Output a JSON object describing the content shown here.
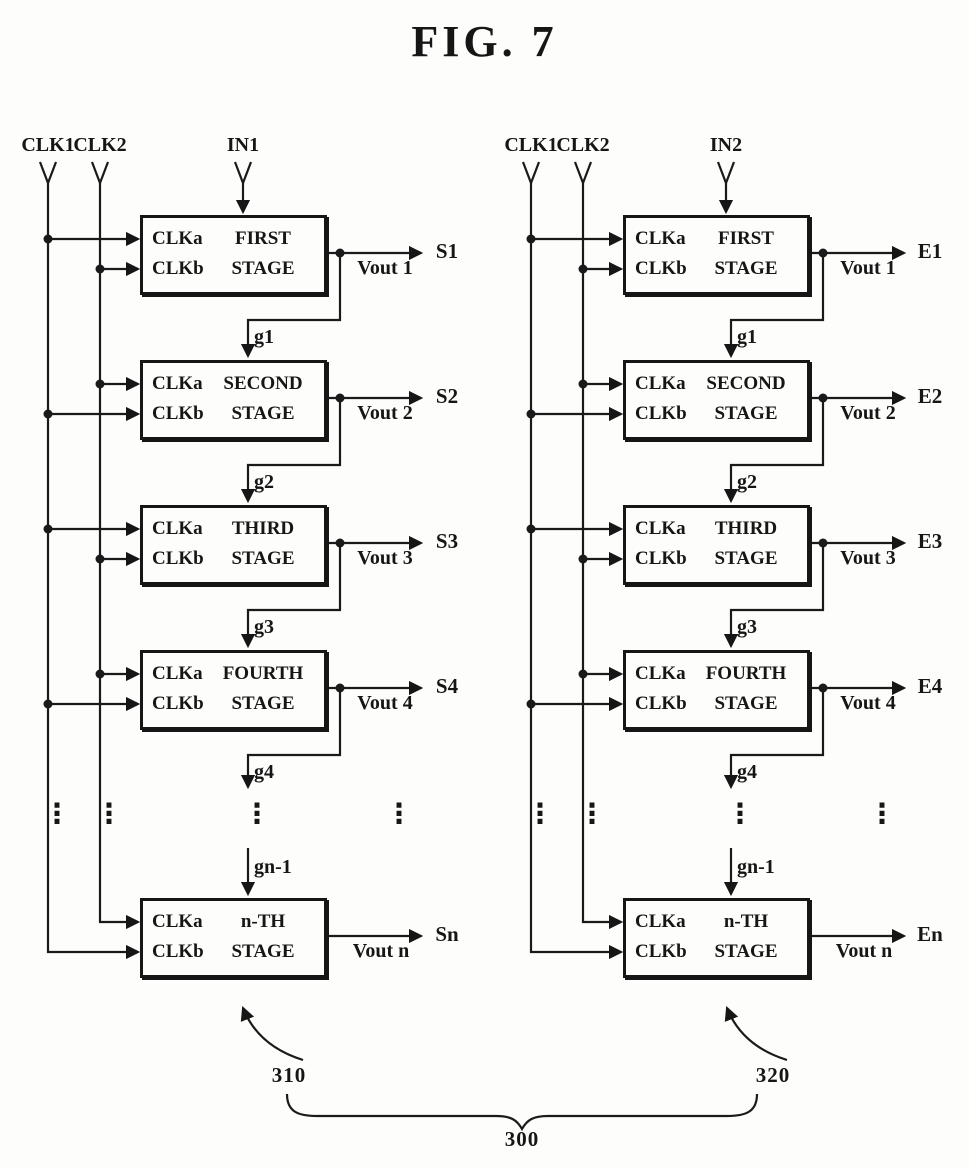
{
  "figure": {
    "title": "FIG. 7",
    "ellipsis": "⋮",
    "brace_label": "300"
  },
  "left": {
    "ref_label": "310",
    "clk1": "CLK1",
    "clk2": "CLK2",
    "input": "IN1",
    "stages": [
      {
        "clka": "CLKa",
        "clkb": "CLKb",
        "name_line1": "FIRST",
        "name_line2": "STAGE",
        "vout": "Vout 1",
        "output": "S1",
        "carry": "g1"
      },
      {
        "clka": "CLKa",
        "clkb": "CLKb",
        "name_line1": "SECOND",
        "name_line2": "STAGE",
        "vout": "Vout 2",
        "output": "S2",
        "carry": "g2"
      },
      {
        "clka": "CLKa",
        "clkb": "CLKb",
        "name_line1": "THIRD",
        "name_line2": "STAGE",
        "vout": "Vout 3",
        "output": "S3",
        "carry": "g3"
      },
      {
        "clka": "CLKa",
        "clkb": "CLKb",
        "name_line1": "FOURTH",
        "name_line2": "STAGE",
        "vout": "Vout 4",
        "output": "S4",
        "carry": "g4"
      },
      {
        "clka": "CLKa",
        "clkb": "CLKb",
        "name_line1": "n-TH",
        "name_line2": "STAGE",
        "vout": "Vout n",
        "output": "Sn",
        "carry": "gn-1"
      }
    ]
  },
  "right": {
    "ref_label": "320",
    "clk1": "CLK1",
    "clk2": "CLK2",
    "input": "IN2",
    "stages": [
      {
        "clka": "CLKa",
        "clkb": "CLKb",
        "name_line1": "FIRST",
        "name_line2": "STAGE",
        "vout": "Vout 1",
        "output": "E1",
        "carry": "g1"
      },
      {
        "clka": "CLKa",
        "clkb": "CLKb",
        "name_line1": "SECOND",
        "name_line2": "STAGE",
        "vout": "Vout 2",
        "output": "E2",
        "carry": "g2"
      },
      {
        "clka": "CLKa",
        "clkb": "CLKb",
        "name_line1": "THIRD",
        "name_line2": "STAGE",
        "vout": "Vout 3",
        "output": "E3",
        "carry": "g3"
      },
      {
        "clka": "CLKa",
        "clkb": "CLKb",
        "name_line1": "FOURTH",
        "name_line2": "STAGE",
        "vout": "Vout 4",
        "output": "E4",
        "carry": "g4"
      },
      {
        "clka": "CLKa",
        "clkb": "CLKb",
        "name_line1": "n-TH",
        "name_line2": "STAGE",
        "vout": "Vout n",
        "output": "En",
        "carry": "gn-1"
      }
    ]
  }
}
